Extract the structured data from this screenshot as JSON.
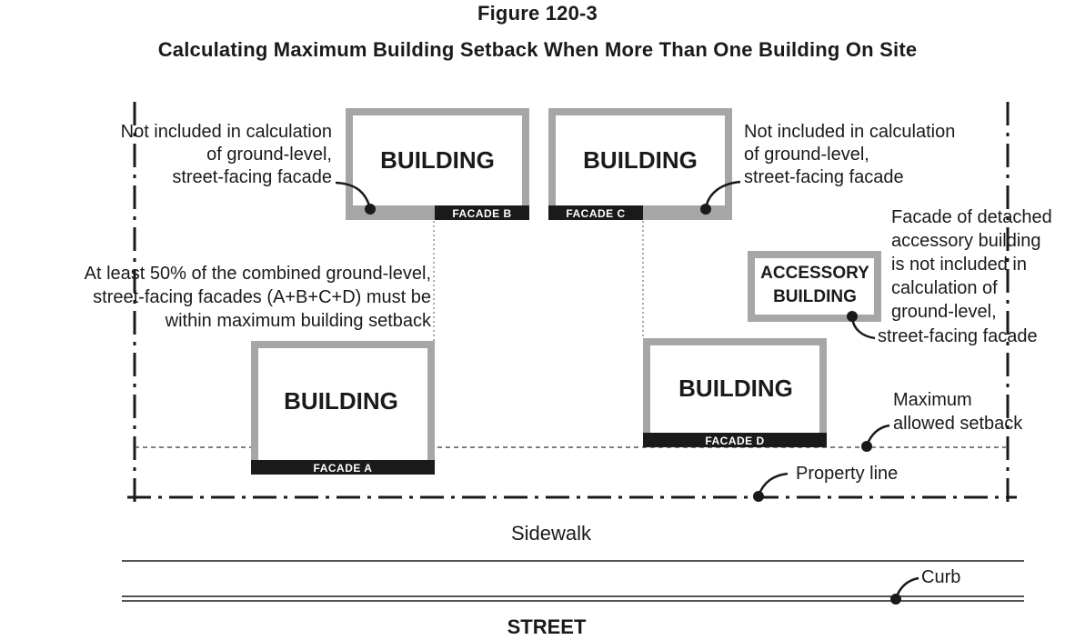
{
  "figure": {
    "title": "Figure 120-3",
    "subtitle": "Calculating Maximum Building Setback When More Than One Building On Site"
  },
  "buildings": {
    "top_left": "BUILDING",
    "top_right": "BUILDING",
    "bottom_left": "BUILDING",
    "bottom_right": "BUILDING",
    "accessory": [
      "ACCESSORY",
      "BUILDING"
    ]
  },
  "facades": {
    "a": "FACADE A",
    "b": "FACADE B",
    "c": "FACADE C",
    "d": "FACADE D"
  },
  "annotations": {
    "not_included_left": [
      "Not included in calculation",
      "of ground-level,",
      "street-facing facade"
    ],
    "not_included_right": [
      "Not included in calculation",
      "of ground-level,",
      "street-facing facade"
    ],
    "fifty_percent": [
      "At least 50% of the combined ground-level,",
      "street-facing facades (A+B+C+D) must be",
      "within maximum building setback"
    ],
    "accessory_note": [
      "Facade of detached",
      "accessory building",
      "is not included in",
      "calculation of",
      "ground-level,",
      "street-facing facade"
    ],
    "max_setback": [
      "Maximum",
      "allowed setback"
    ],
    "property_line": "Property line",
    "sidewalk": "Sidewalk",
    "curb": "Curb",
    "street": "STREET"
  }
}
